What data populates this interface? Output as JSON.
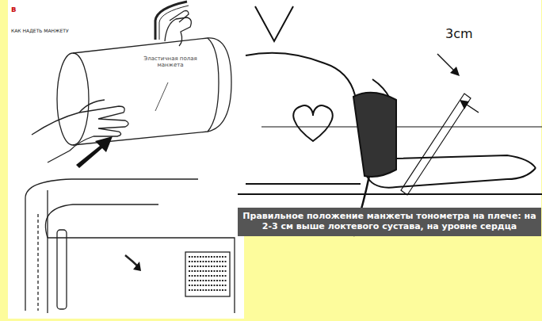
{
  "diagram": {
    "caption": "Правильное положение манжеты тонометра на плече: на 2-3 см выше локтевого сустава, на уровне сердца",
    "labels": [
      "в",
      "КАК НАДЕТЬ МАНЖЕТУ",
      "Эластичная полая манжета",
      "3cm"
    ]
  }
}
